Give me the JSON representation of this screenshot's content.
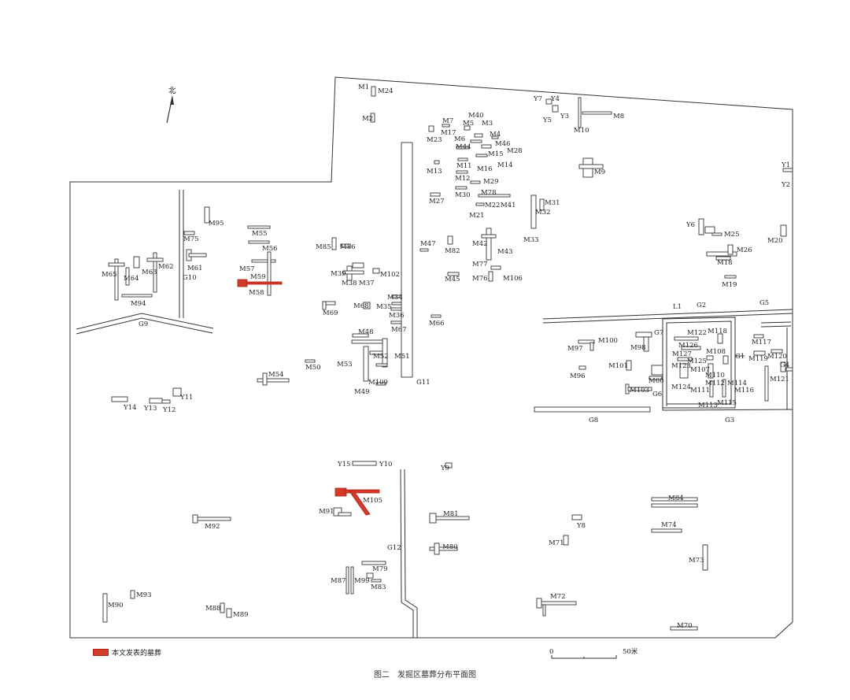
{
  "figure": {
    "caption": "图二　发掘区墓葬分布平面图",
    "north_label": "北",
    "legend_label": "本文发表的墓葬",
    "highlight_color": "#d63b2a",
    "scale": {
      "start": "0",
      "end": "50米"
    }
  },
  "labels": {
    "ditches": [
      "G1",
      "G2",
      "G3",
      "G4",
      "G5",
      "G6",
      "G7",
      "G8",
      "G9",
      "G10",
      "G11",
      "G12",
      "L1"
    ],
    "kilns": [
      "Y1",
      "Y2",
      "Y3",
      "Y4",
      "Y5",
      "Y6",
      "Y7",
      "Y8",
      "Y9",
      "Y10",
      "Y11",
      "Y12",
      "Y13",
      "Y14",
      "Y15"
    ],
    "tombs": [
      "M1",
      "M2",
      "M3",
      "M4",
      "M5",
      "M6",
      "M7",
      "M8",
      "M9",
      "M10",
      "M11",
      "M12",
      "M13",
      "M14",
      "M15",
      "M16",
      "M17",
      "M18",
      "M19",
      "M20",
      "M21",
      "M22",
      "M23",
      "M24",
      "M25",
      "M26",
      "M27",
      "M28",
      "M29",
      "M30",
      "M31",
      "M32",
      "M33",
      "M34",
      "M35",
      "M36",
      "M37",
      "M38",
      "M39",
      "M40",
      "M41",
      "M42",
      "M43",
      "M44",
      "M45",
      "M46",
      "M47",
      "M48",
      "M49",
      "M50",
      "M51",
      "M52",
      "M53",
      "M54",
      "M55",
      "M56",
      "M57",
      "M58",
      "M59",
      "M60",
      "M61",
      "M62",
      "M63",
      "M64",
      "M65",
      "M66",
      "M67",
      "M68",
      "M69",
      "M70",
      "M71",
      "M72",
      "M73",
      "M74",
      "M75",
      "M76",
      "M77",
      "M78",
      "M79",
      "M80",
      "M81",
      "M82",
      "M83",
      "M84",
      "M85",
      "M86",
      "M87",
      "M88",
      "M89",
      "M90",
      "M91",
      "M92",
      "M93",
      "M94",
      "M95",
      "M96",
      "M97",
      "M98",
      "M99",
      "M100",
      "M101",
      "M102",
      "M103",
      "M105",
      "M106",
      "M107",
      "M108",
      "M109",
      "M110",
      "M111",
      "M112",
      "M113",
      "M114",
      "M115",
      "M116",
      "M117",
      "M118",
      "M119",
      "M120",
      "M121",
      "M122",
      "M124",
      "M125",
      "M126",
      "M127"
    ],
    "highlighted_tombs": [
      "M58",
      "M105"
    ]
  }
}
